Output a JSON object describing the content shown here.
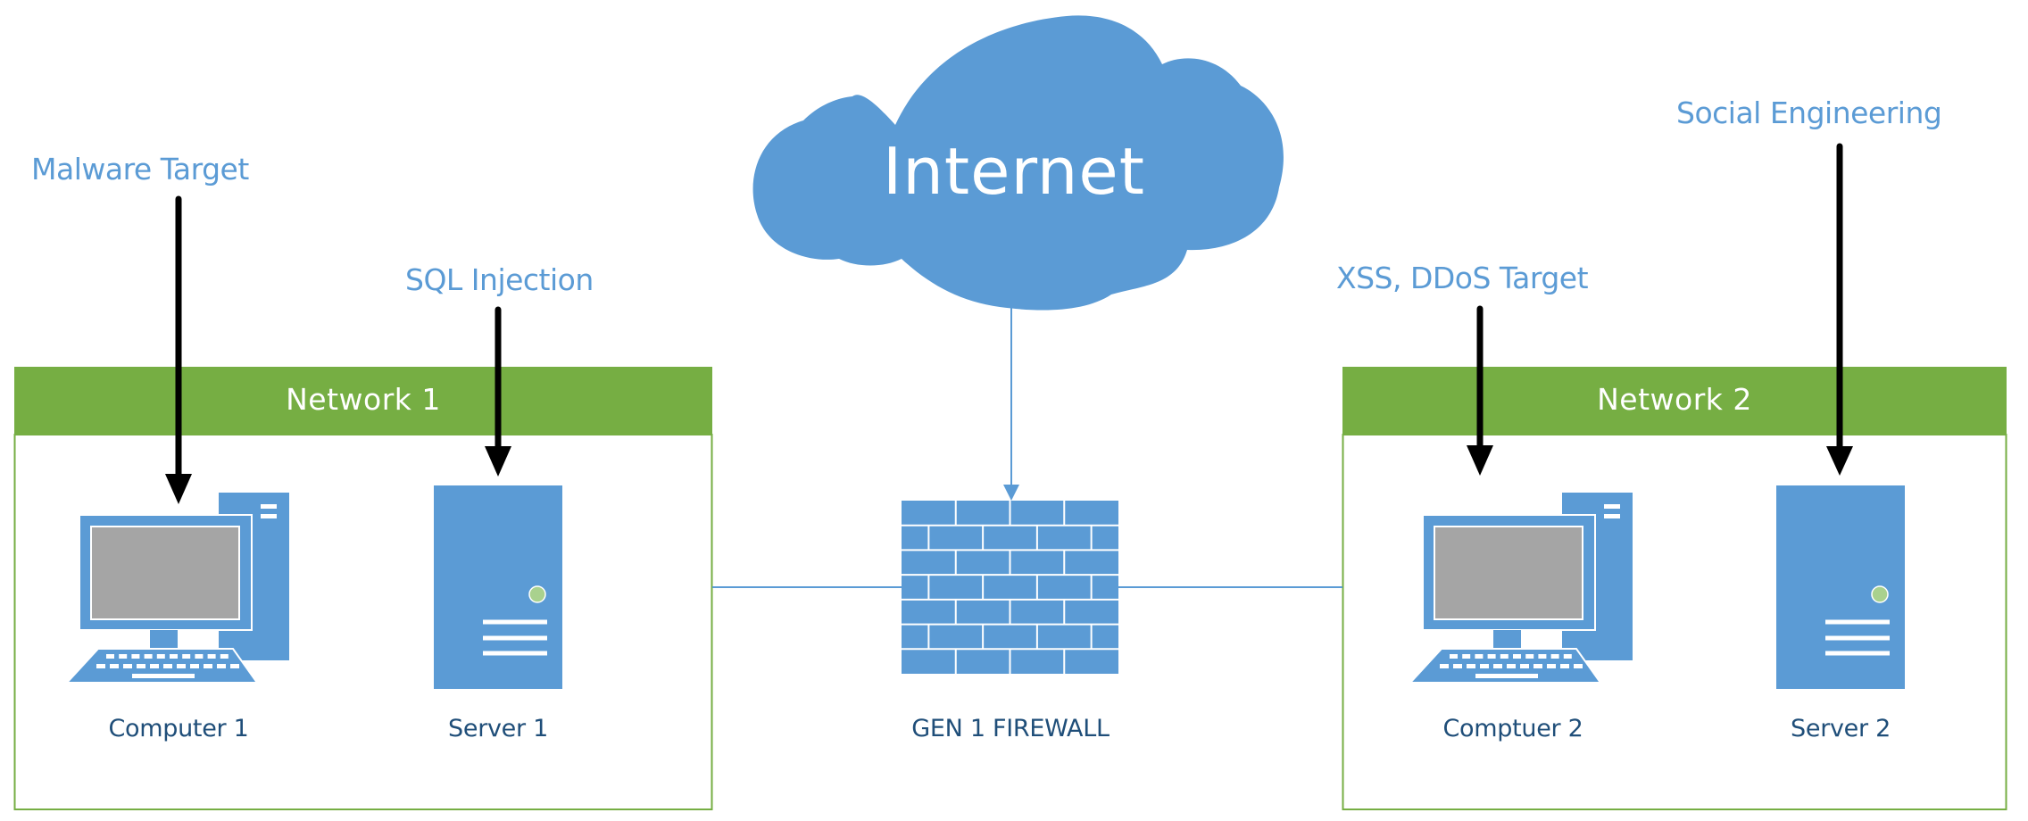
{
  "diagram": {
    "colors": {
      "device_blue": "#5B9BD5",
      "network_green": "#76AE43",
      "label_dark_blue": "#1F4E79",
      "attack_label_blue": "#5B9BD5",
      "screen_gray": "#A5A5A5",
      "led_green": "#A9D18E",
      "arrow_black": "#000000"
    },
    "cloud": {
      "label": "Internet",
      "icon": "cloud-icon"
    },
    "firewall": {
      "label": "GEN 1 FIREWALL",
      "icon": "brick-wall-icon"
    },
    "networks": [
      {
        "title": "Network 1",
        "devices": [
          {
            "label": "Computer 1",
            "icon": "desktop-computer-icon",
            "attack": "Malware Target"
          },
          {
            "label": "Server 1",
            "icon": "server-tower-icon",
            "attack": "SQL Injection"
          }
        ]
      },
      {
        "title": "Network 2",
        "devices": [
          {
            "label": "Comptuer 2",
            "icon": "desktop-computer-icon",
            "attack": "XSS, DDoS Target"
          },
          {
            "label": "Server 2",
            "icon": "server-tower-icon",
            "attack": "Social Engineering"
          }
        ]
      }
    ],
    "connections": [
      {
        "from": "Internet",
        "to": "GEN 1 FIREWALL",
        "arrow": true
      },
      {
        "from": "Network 1",
        "to": "GEN 1 FIREWALL",
        "arrow": false
      },
      {
        "from": "GEN 1 FIREWALL",
        "to": "Network 2",
        "arrow": false
      }
    ]
  }
}
